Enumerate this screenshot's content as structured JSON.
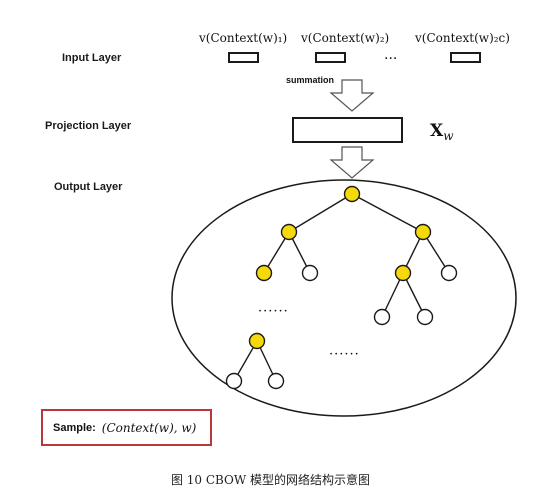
{
  "layers": {
    "input": "Input Layer",
    "projection": "Projection Layer",
    "output": "Output Layer"
  },
  "context_vectors": [
    "v(Context(w)₁)",
    "v(Context(w)₂)",
    "v(Context(w)₂c)"
  ],
  "ellipsis_top": "···",
  "summation": "summation",
  "projection_vector": "X",
  "projection_subscript": "w",
  "tree_dots_left": "······",
  "tree_dots_right": "······",
  "sample": {
    "key": "Sample:",
    "value": "(Context(w), w)"
  },
  "caption": "图 10  CBOW 模型的网络结构示意图",
  "colors": {
    "inner_node": "#f5d90a",
    "leaf_node": "#ffffff",
    "stroke": "#1a1a1a",
    "sample_border": "#b8383b"
  }
}
